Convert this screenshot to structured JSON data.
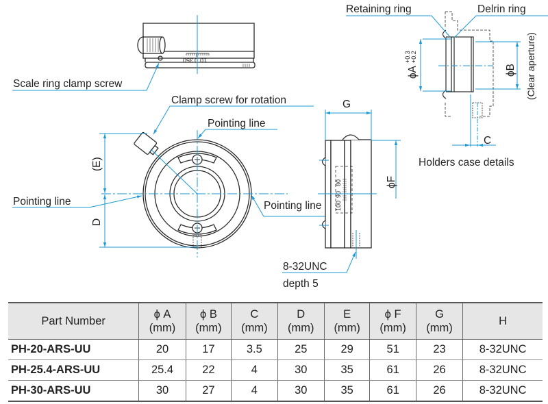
{
  "colors": {
    "dimension_line": "#1a9ad6",
    "outline": "#2a2a2a",
    "table_header_bg": "#e6e6e6"
  },
  "labels": {
    "scale_ring_clamp_screw": "Scale ring clamp screw",
    "clamp_screw_for_rotation": "Clamp screw for rotation",
    "pointing_line_top": "Pointing line",
    "pointing_line_left": "Pointing line",
    "pointing_line_right": "Pointing line",
    "retaining_ring": "Retaining ring",
    "delrin_ring": "Delrin ring",
    "holders_case_details": "Holders case details",
    "thread_spec": "8-32UNC",
    "thread_depth": "depth 5",
    "clear_aperture": "(Clear aperture)"
  },
  "dimensions": {
    "D": "D",
    "E": "(E)",
    "F": "ϕF",
    "G": "G",
    "C": "C",
    "B": "ϕB",
    "A": "ϕA",
    "A_tol_upper": "+0.3",
    "A_tol_lower": "+0.2"
  },
  "scales": {
    "top_view": [
      "350",
      "0",
      "10"
    ],
    "side_view": [
      "80",
      "90",
      "100"
    ]
  },
  "table": {
    "headers": [
      {
        "line1": "Part Number",
        "line2": ""
      },
      {
        "line1": "ϕ A",
        "line2": "(mm)"
      },
      {
        "line1": "ϕ B",
        "line2": "(mm)"
      },
      {
        "line1": "C",
        "line2": "(mm)"
      },
      {
        "line1": "D",
        "line2": "(mm)"
      },
      {
        "line1": "E",
        "line2": "(mm)"
      },
      {
        "line1": "ϕ F",
        "line2": "(mm)"
      },
      {
        "line1": "G",
        "line2": "(mm)"
      },
      {
        "line1": "H",
        "line2": ""
      }
    ],
    "rows": [
      [
        "PH-20-ARS-UU",
        "20",
        "17",
        "3.5",
        "25",
        "29",
        "51",
        "23",
        "8-32UNC"
      ],
      [
        "PH-25.4-ARS-UU",
        "25.4",
        "22",
        "4",
        "30",
        "35",
        "61",
        "26",
        "8-32UNC"
      ],
      [
        "PH-30-ARS-UU",
        "30",
        "27",
        "4",
        "30",
        "35",
        "61",
        "26",
        "8-32UNC"
      ]
    ]
  }
}
